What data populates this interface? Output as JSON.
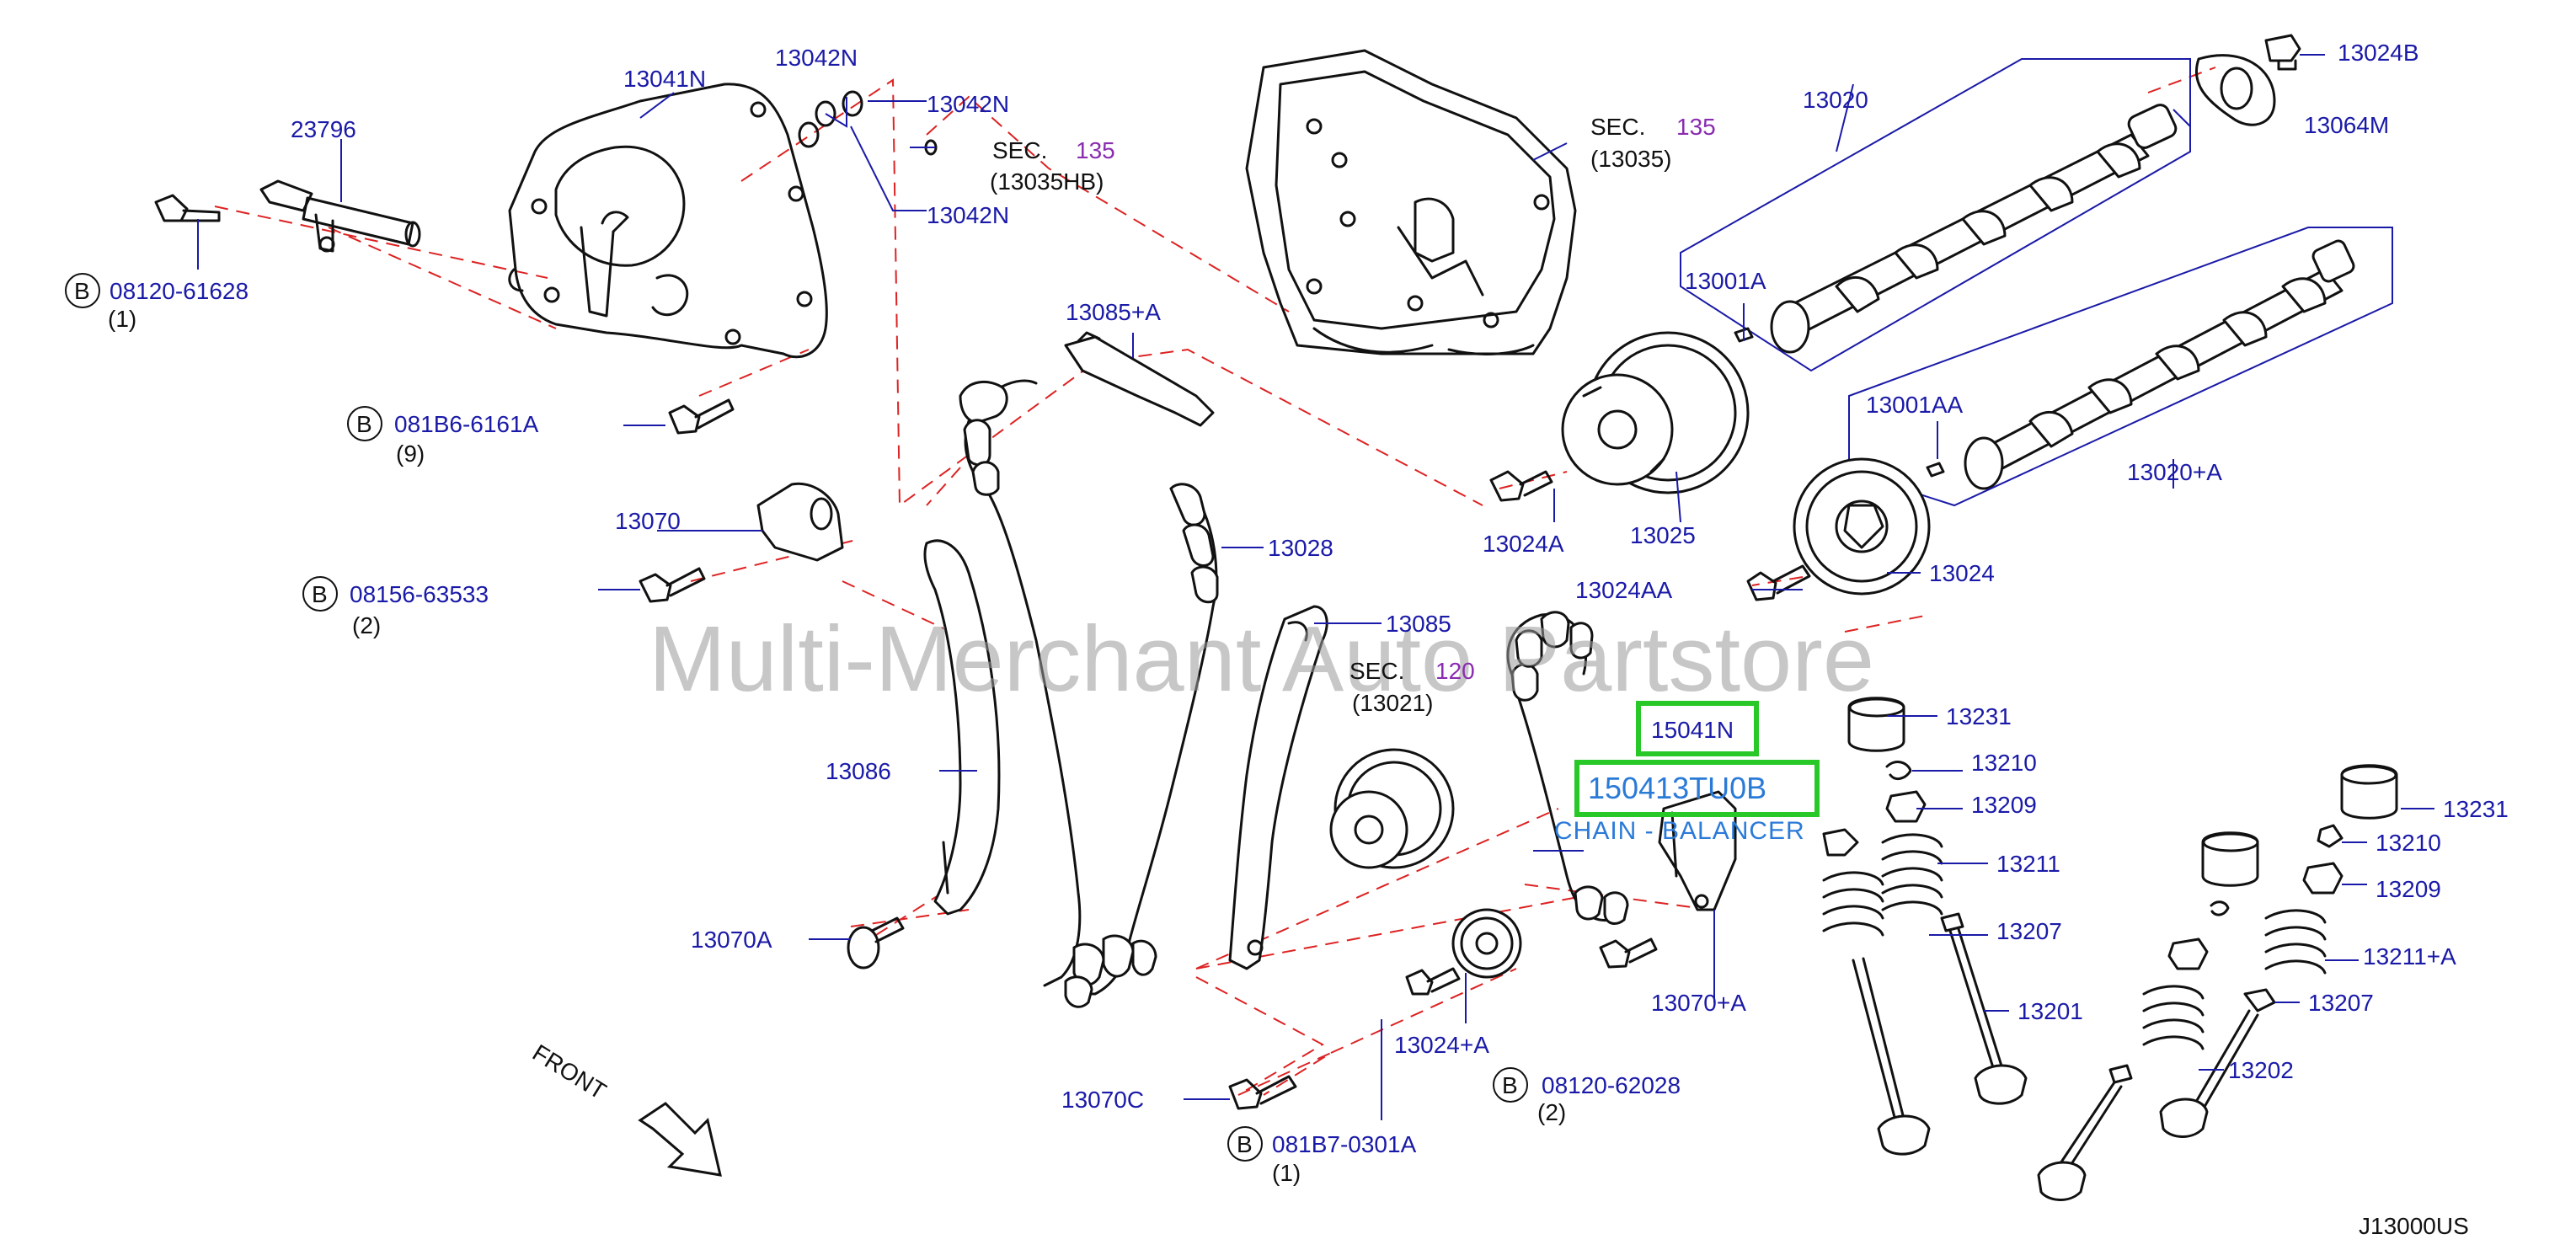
{
  "watermark": "Multi-Merchant Auto Partstore",
  "diagram_id": "J13000US",
  "front_label": "FRONT",
  "highlight": {
    "part_number": "15041N",
    "replacement": "150413TU0B",
    "description": "CHAIN - BALANCER"
  },
  "section_refs": [
    {
      "prefix": "SEC.",
      "section": "135",
      "code": "(13035HB)"
    },
    {
      "prefix": "SEC.",
      "section": "135",
      "code": "(13035)"
    },
    {
      "prefix": "SEC.",
      "section": "120",
      "code": "(13021)"
    }
  ],
  "bolt_refs": [
    {
      "marker": "B",
      "code": "08120-61628",
      "qty": "(1)"
    },
    {
      "marker": "B",
      "code": "081B6-6161A",
      "qty": "(9)"
    },
    {
      "marker": "B",
      "code": "08156-63533",
      "qty": "(2)"
    },
    {
      "marker": "B",
      "code": "08120-62028",
      "qty": "(2)"
    },
    {
      "marker": "B",
      "code": "081B7-0301A",
      "qty": "(1)"
    }
  ],
  "parts": [
    "23796",
    "13041N",
    "13042N",
    "13042N",
    "13042N",
    "13085+A",
    "13070",
    "13028",
    "13086",
    "13085",
    "13070A",
    "13070C",
    "13024+A",
    "13020",
    "13024B",
    "13064M",
    "13001A",
    "13001AA",
    "13020+A",
    "13024A",
    "13025",
    "13024AA",
    "13024",
    "13231",
    "13210",
    "13209",
    "13211",
    "13207",
    "13201",
    "13070+A",
    "13231",
    "13210",
    "13209",
    "13211+A",
    "13207",
    "13202"
  ]
}
